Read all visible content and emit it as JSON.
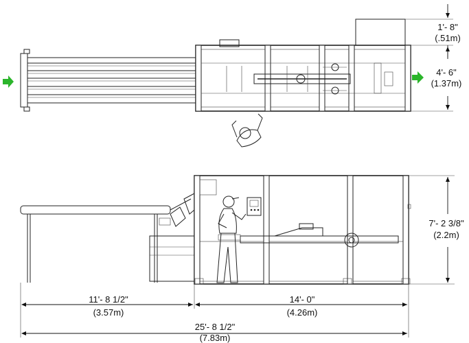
{
  "dimensions": {
    "top_hood_height": "1'- 8\"",
    "top_hood_height_metric": "(.51m)",
    "plan_width": "4'- 6\"",
    "plan_width_metric": "(1.37m)",
    "machine_height": "7'- 2 3/8\"",
    "machine_height_metric": "(2.2m)",
    "infeed_length": "11'- 8 1/2\"",
    "infeed_length_metric": "(3.57m)",
    "machine_length": "14'- 0\"",
    "machine_length_metric": "(4.26m)",
    "overall_length": "25'- 8 1/2\"",
    "overall_length_metric": "(7.83m)"
  },
  "colors": {
    "flow_arrow": "#2bb52b",
    "line": "#222222"
  },
  "icons": {
    "flow_in": "green-right-arrow",
    "flow_out": "green-right-arrow"
  }
}
